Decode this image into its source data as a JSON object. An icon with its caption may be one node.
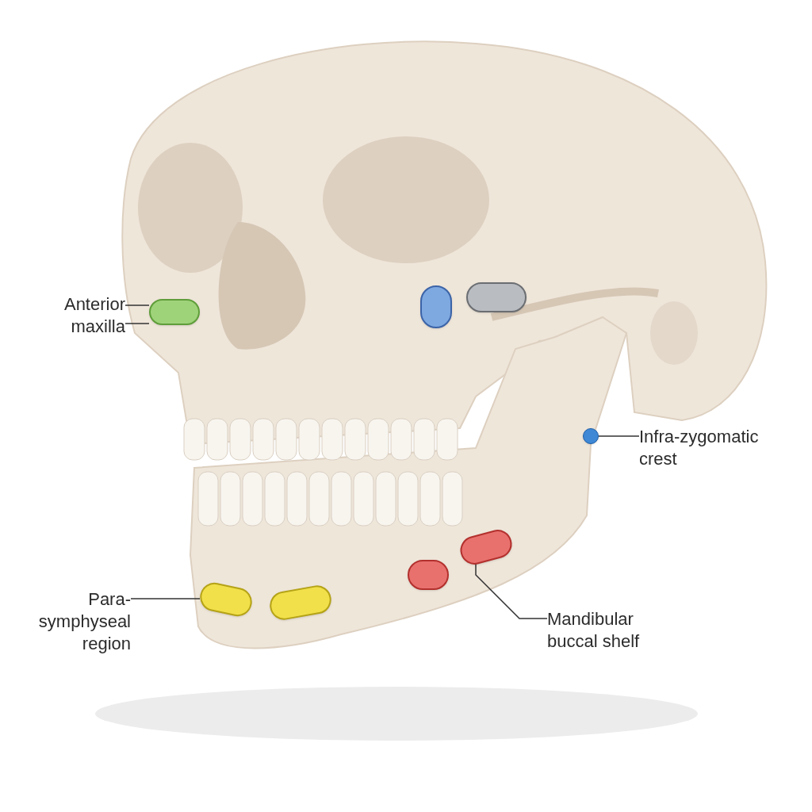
{
  "diagram": {
    "nodes": [
      {
        "text": [
          "Anterior maxilla"
        ]
      },
      {
        "text": [],
        "shape": "bar"
      },
      {
        "text": [
          "Para- symphyseal region"
        ]
      },
      {
        "text": [],
        "shape": "bar"
      },
      {
        "text": [],
        "shape": "bar"
      },
      {
        "text": [],
        "shape": "bar"
      },
      {
        "text": [],
        "shape": "bar"
      },
      {
        "text": [
          "Infra-zygomatic crest"
        ]
      },
      {
        "text": [],
        "shape": "circle"
      },
      {
        "text": [
          "Mandibular buccal shelf"
        ]
      },
      {
        "text": [],
        "shape": "bar"
      },
      {
        "text": [],
        "shape": "bar"
      }
    ],
    "edges": [
      {
        "from": 0,
        "to": 1,
        "arrow": "none"
      },
      {
        "from": 0,
        "to": 1,
        "arrow": "none"
      },
      {
        "from": 2,
        "to": 3,
        "arrow": "none"
      },
      {
        "from": 7,
        "to": 8,
        "arrow": "none"
      },
      {
        "from": 9,
        "to": 11,
        "arrow": "none"
      }
    ]
  }
}
